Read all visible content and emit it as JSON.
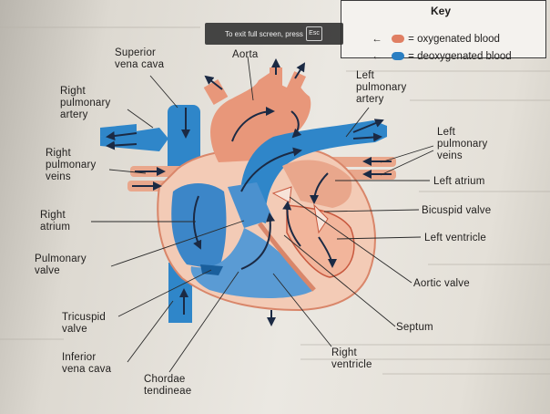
{
  "fullscreen_banner": {
    "message": "To exit full screen, press",
    "key": "Esc"
  },
  "key": {
    "title": "Key",
    "oxygenated": "= oxygenated blood",
    "deoxygenated": "= deoxygenated blood",
    "oxygenated_color": "#e07f63",
    "deoxygenated_color": "#2b7fc2"
  },
  "labels": {
    "superior_vena_cava": "Superior\nvena cava",
    "aorta": "Aorta",
    "left_pulmonary_artery": "Left\npulmonary\nartery",
    "right_pulmonary_artery": "Right\npulmonary\nartery",
    "left_pulmonary_veins": "Left\npulmonary\nveins",
    "right_pulmonary_veins": "Right\npulmonary\nveins",
    "left_atrium": "Left atrium",
    "bicuspid_valve": "Bicuspid valve",
    "right_atrium": "Right\natrium",
    "left_ventricle": "Left ventricle",
    "pulmonary_valve": "Pulmonary\nvalve",
    "aortic_valve": "Aortic valve",
    "tricuspid_valve": "Tricuspid\nvalve",
    "septum": "Septum",
    "inferior_vena_cava": "Inferior\nvena cava",
    "right_ventricle": "Right\nventricle",
    "chordae_tendineae": "Chordae\ntendineae"
  },
  "colors": {
    "red_vessel": "#e07f63",
    "red_dark": "#c8583e",
    "blue_vessel": "#2f86c9",
    "blue_dark": "#1a5f9c",
    "heart_wall": "#f3cbb6",
    "right_chamber": "#5a9bd4",
    "left_chamber": "#f2b59b"
  }
}
